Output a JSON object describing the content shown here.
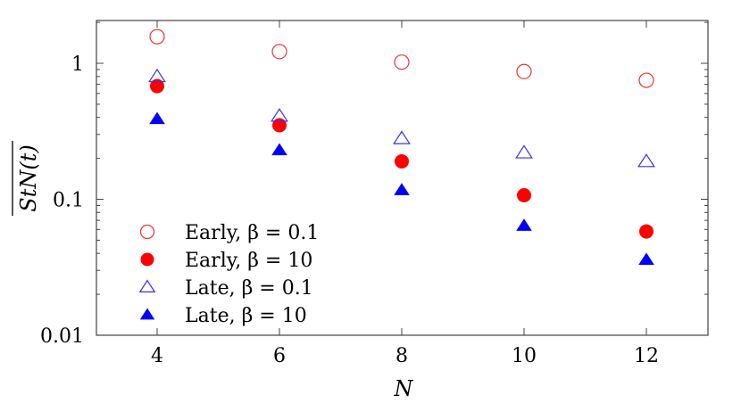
{
  "chart_data": {
    "type": "scatter",
    "title": "",
    "xlabel": "N",
    "ylabel": "StN(t) (overlined)",
    "x_scale": "linear",
    "y_scale": "log",
    "xlim": [
      3,
      13
    ],
    "ylim": [
      0.01,
      2.2
    ],
    "x_ticks": [
      4,
      6,
      8,
      10,
      12
    ],
    "x_tick_labels": [
      "4",
      "6",
      "8",
      "10",
      "12"
    ],
    "y_ticks": [
      0.01,
      0.1,
      1
    ],
    "y_tick_labels": [
      "0.01",
      "0.1",
      "1"
    ],
    "grid": false,
    "legend_position": "lower left",
    "x": [
      4,
      6,
      8,
      10,
      12
    ],
    "series": [
      {
        "name": "Early, β = 0.1",
        "marker": "circle-open",
        "color": "#ee3333",
        "values": [
          1.57,
          1.22,
          1.02,
          0.87,
          0.75
        ]
      },
      {
        "name": "Early, β = 10",
        "marker": "circle-filled",
        "color": "#ff0000",
        "values": [
          0.68,
          0.35,
          0.19,
          0.107,
          0.058
        ]
      },
      {
        "name": "Late, β = 0.1",
        "marker": "triangle-open",
        "color": "#3333ee",
        "values": [
          0.8,
          0.41,
          0.28,
          0.22,
          0.19
        ]
      },
      {
        "name": "Late, β = 10",
        "marker": "triangle-filled",
        "color": "#0000ff",
        "values": [
          0.39,
          0.23,
          0.117,
          0.064,
          0.036
        ]
      }
    ]
  },
  "axes": {
    "xlabel": "N",
    "ylabel_main": "StN(t)"
  },
  "legend": {
    "items": [
      {
        "label": "Early, β = 0.1"
      },
      {
        "label": "Early, β = 10"
      },
      {
        "label": "Late, β = 0.1"
      },
      {
        "label": "Late, β = 10"
      }
    ]
  }
}
